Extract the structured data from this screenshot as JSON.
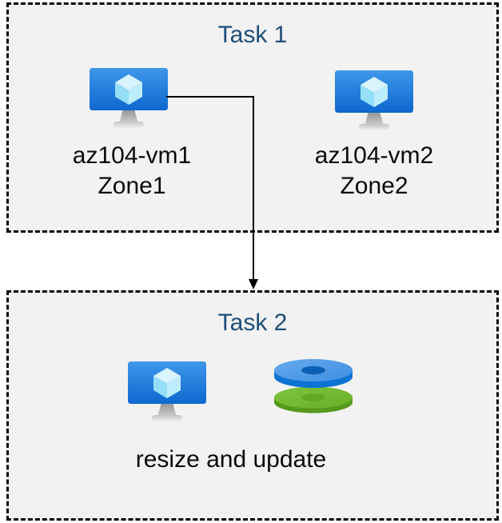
{
  "diagram": {
    "task1": {
      "title": "Task 1",
      "vms": [
        {
          "name": "az104-vm1",
          "zone": "Zone1"
        },
        {
          "name": "az104-vm2",
          "zone": "Zone2"
        }
      ]
    },
    "task2": {
      "title": "Task 2",
      "caption": "resize and update"
    },
    "connector": {
      "from": "az104-vm1",
      "to": "Task 2",
      "shape": "elbow-right-then-down",
      "arrowhead": "filled-triangle-down"
    },
    "icons": {
      "vm": "azure-virtual-machine-icon",
      "disks": "azure-managed-disks-icon"
    },
    "colors": {
      "box_fill": "#f2f2f2",
      "box_border": "#000000",
      "title_text": "#1f4e79",
      "label_text": "#0a0a0a",
      "arrow": "#000000",
      "vm_screen_top": "#3e97ea",
      "vm_screen_bottom": "#0e68cf",
      "disk_blue_top": "#5aa1e9",
      "disk_blue_rim": "#0e74d4",
      "disk_green_top": "#76bc31",
      "disk_green_rim": "#57991c"
    }
  }
}
